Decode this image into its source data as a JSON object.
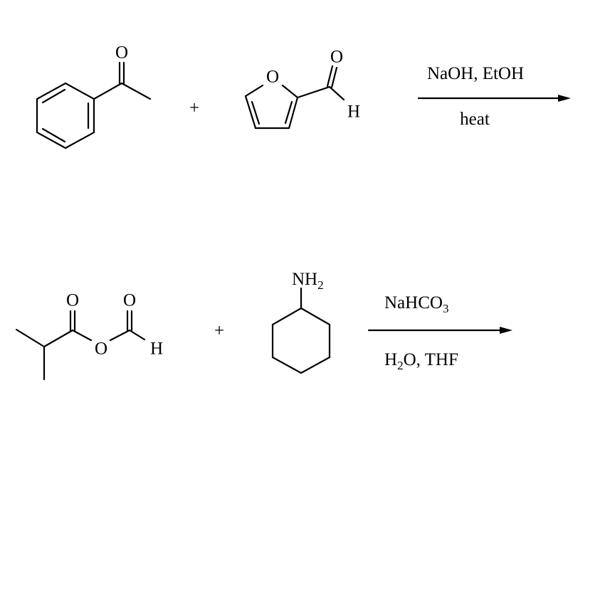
{
  "reactions": [
    {
      "reactant1": {
        "atoms": {
          "o": "O"
        }
      },
      "plus": "+",
      "reactant2": {
        "atoms": {
          "ring_o": "O",
          "o": "O",
          "h": "H"
        }
      },
      "conditions_above": "NaOH, EtOH",
      "conditions_below": "heat"
    },
    {
      "reactant1": {
        "atoms": {
          "o1": "O",
          "o2": "O",
          "o_bridge": "O",
          "h": "H"
        }
      },
      "plus": "+",
      "reactant2": {
        "atoms": {
          "n": "NH",
          "sub": "2"
        }
      },
      "conditions_above": {
        "main": "NaHCO",
        "sub": "3"
      },
      "conditions_below": {
        "h": "H",
        "sub": "2",
        "rest": "O, THF"
      }
    }
  ]
}
